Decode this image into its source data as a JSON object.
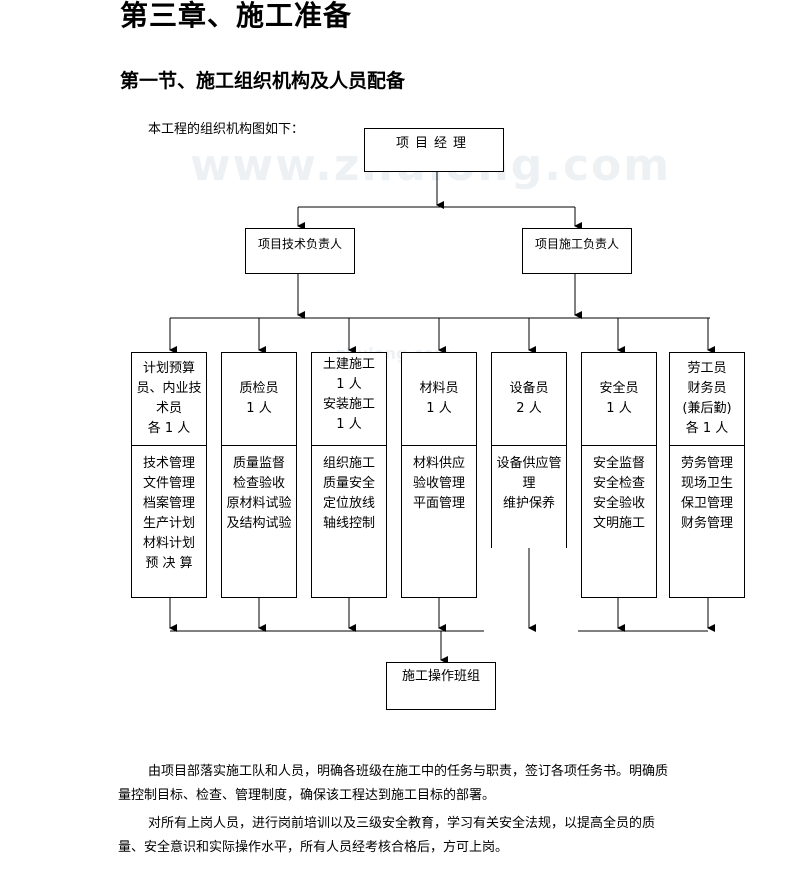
{
  "chapter_title": "第三章、施工准备",
  "section_title": "第一节、施工组织机构及人员配备",
  "intro": "本工程的组织机构图如下：",
  "watermark": {
    "main": "www.zhulong.com",
    "small": "zhulong.com"
  },
  "org": {
    "top": "项目经理",
    "leads": [
      "项目技术负责人",
      "项目施工负责人"
    ],
    "departments": [
      {
        "name_lines": [
          "计划预算",
          "员、内业技",
          "术员",
          "各 1 人"
        ],
        "duties": [
          "技术管理",
          "文件管理",
          "档案管理",
          "生产计划",
          "材料计划",
          "预 决 算"
        ]
      },
      {
        "name_lines": [
          "质检员",
          "1 人"
        ],
        "duties": [
          "质量监督",
          "检查验收",
          "原材料试验",
          "及结构试验"
        ]
      },
      {
        "name_lines": [
          "土建施工",
          "1 人",
          "安装施工",
          "1 人"
        ],
        "duties": [
          "组织施工",
          "质量安全",
          "定位放线",
          "轴线控制"
        ]
      },
      {
        "name_lines": [
          "材料员",
          "1 人"
        ],
        "duties": [
          "材料供应",
          "验收管理",
          "平面管理"
        ]
      },
      {
        "name_lines": [
          "设备员",
          "2 人"
        ],
        "duties": [
          "设备供应管",
          "理",
          "维护保养"
        ]
      },
      {
        "name_lines": [
          "安全员",
          "1 人"
        ],
        "duties": [
          "安全监督",
          "安全检查",
          "安全验收",
          "文明施工"
        ]
      },
      {
        "name_lines": [
          "劳工员",
          "财务员",
          "(兼后勤)",
          "各  1 人"
        ],
        "duties": [
          "劳务管理",
          "现场卫生",
          "保卫管理",
          "财务管理"
        ]
      }
    ],
    "bottom": "施工操作班组"
  },
  "paragraphs": [
    "由项目部落实施工队和人员，明确各班级在施工中的任务与职责，签订各项任务书。明确质量控制目标、检查、管理制度，确保该工程达到施工目标的部署。",
    "对所有上岗人员，进行岗前培训以及三级安全教育，学习有关安全法规，以提高全员的质量、安全意识和实际操作水平，所有人员经考核合格后，方可上岗。"
  ]
}
